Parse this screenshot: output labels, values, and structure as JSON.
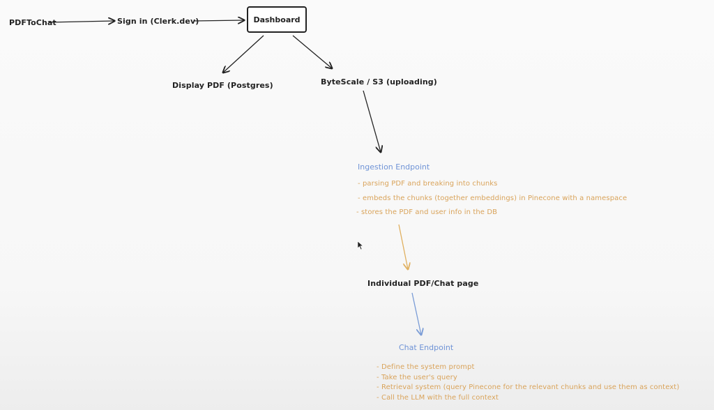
{
  "nodes": {
    "pdftochat": "PDFToChat",
    "signin": "Sign in (Clerk.dev)",
    "dashboard": "Dashboard",
    "display_pdf": "Display PDF (Postgres)",
    "bytescale": "ByteScale / S3 (uploading)",
    "individual_page": "Individual PDF/Chat page"
  },
  "ingestion": {
    "title": "Ingestion Endpoint",
    "items": [
      "- parsing PDF and breaking into chunks",
      "- embeds the chunks (together embeddings) in Pinecone with a namespace",
      "- stores the PDF and user info in the DB"
    ]
  },
  "chat": {
    "title": "Chat Endpoint",
    "items": [
      "- Define the system prompt",
      "- Take the user's query",
      "- Retrieval system (query Pinecone for the relevant chunks and use them as context)",
      "- Call the LLM with the full context"
    ]
  },
  "colors": {
    "ink": "#222222",
    "blue": "#6f93d6",
    "orange": "#d9a35a"
  }
}
